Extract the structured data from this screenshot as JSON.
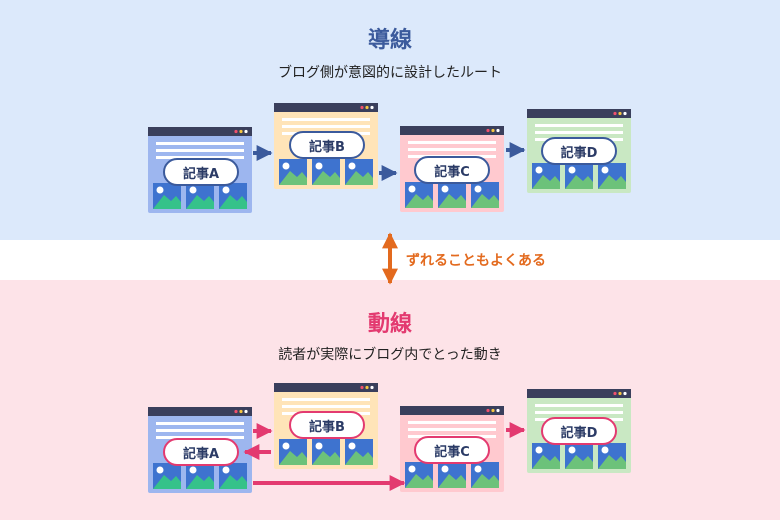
{
  "top": {
    "title": "導線",
    "subtitle": "ブログ側が意図的に設計したルート"
  },
  "middle": {
    "label": "ずれることもよくある"
  },
  "bottom": {
    "title": "動線",
    "subtitle": "読者が実際にブログ内でとった動き"
  },
  "articles": {
    "a": "記事A",
    "b": "記事B",
    "c": "記事C",
    "d": "記事D"
  },
  "colors": {
    "top_band": "#dce9fb",
    "bottom_band": "#fde3e8",
    "top_arrow": "#3b5a9c",
    "bottom_arrow": "#e33a70",
    "middle_arrow": "#e36a1e",
    "window_blue": "#9db6ef",
    "window_orange": "#ffe4b8",
    "window_pink": "#ffc9cf",
    "window_green": "#c9e8c3"
  }
}
